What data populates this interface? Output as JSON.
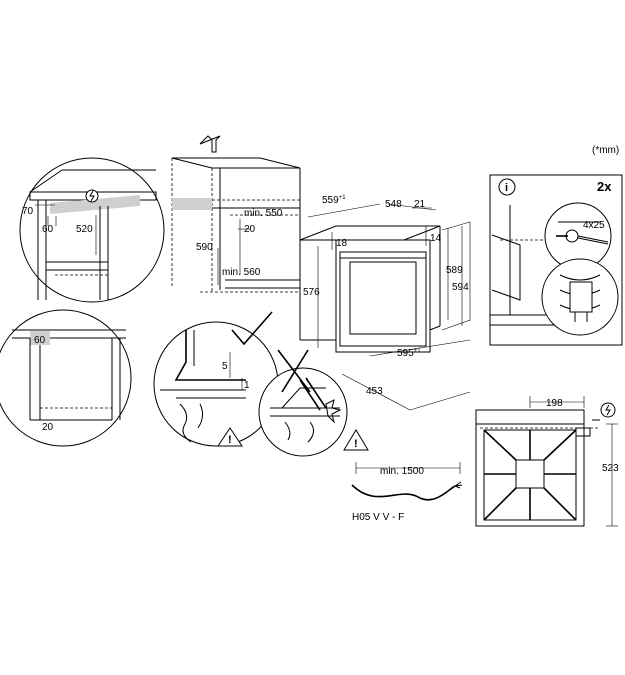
{
  "unit_note": "(*mm)",
  "top_left_detail": {
    "d70": "70",
    "d60": "60",
    "d520": "520"
  },
  "cabinet": {
    "min550": "min. 550",
    "d20": "20",
    "d590": "590",
    "min560": "min. 560"
  },
  "mid_left_detail": {
    "d60": "60",
    "d20": "20"
  },
  "install_detail": {
    "d5": "5",
    "d1": "1"
  },
  "oven": {
    "d559": "559",
    "d559_sup": "+1",
    "d548": "548",
    "d21": "21",
    "d18": "18",
    "d14": "14",
    "d576": "576",
    "d589": "589",
    "d594": "594",
    "d595": "595",
    "d595_sup": "+1",
    "d453": "453"
  },
  "cable": {
    "min1500": "min. 1500",
    "type": "H05 V V - F"
  },
  "box": {
    "multiplier": "2x",
    "screw": "4x25",
    "info": "i"
  },
  "hob": {
    "d198": "198",
    "d523": "523"
  }
}
